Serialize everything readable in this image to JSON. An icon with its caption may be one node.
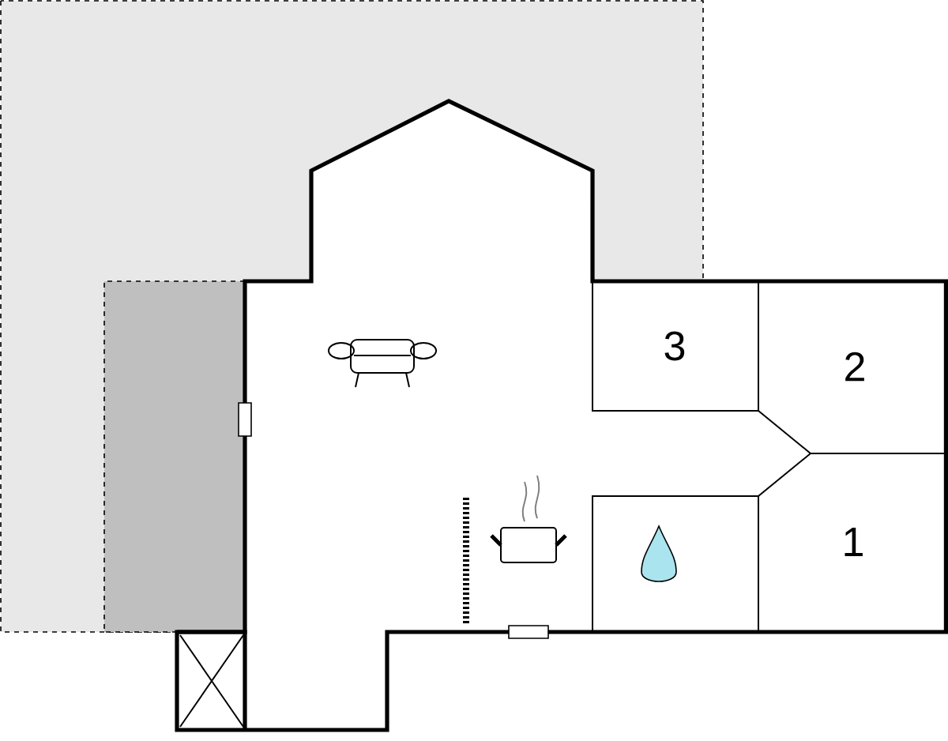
{
  "diagram": {
    "labels": [
      "3",
      "2",
      "1"
    ]
  }
}
